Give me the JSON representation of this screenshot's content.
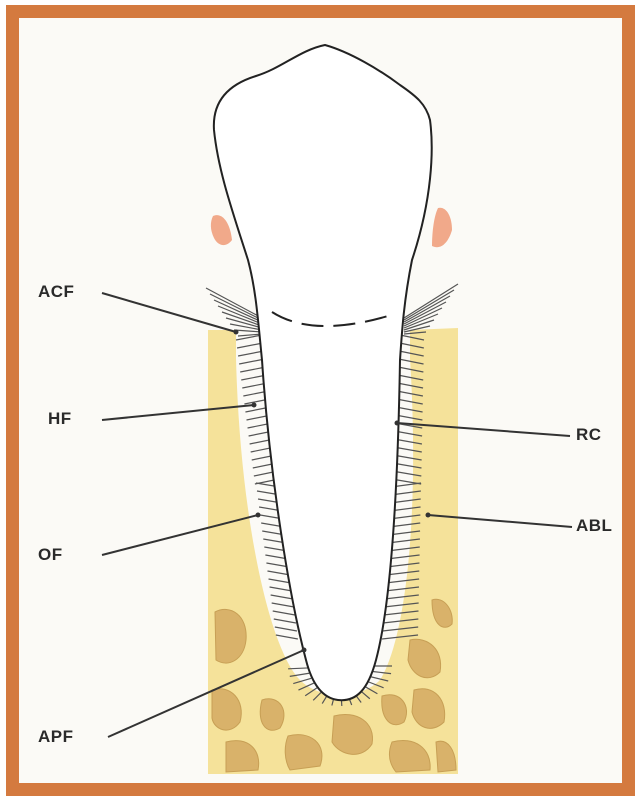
{
  "labels": {
    "acf": "ACF",
    "hf": "HF",
    "of": "OF",
    "apf": "APF",
    "rc": "RC",
    "abl": "ABL"
  },
  "colors": {
    "frame": "#d47a3f",
    "bone": "#f5e29a",
    "bone_trabecula": "#d9b26a",
    "gingiva": "#f1a98a",
    "fiber": "#555555",
    "outline": "#222222"
  }
}
